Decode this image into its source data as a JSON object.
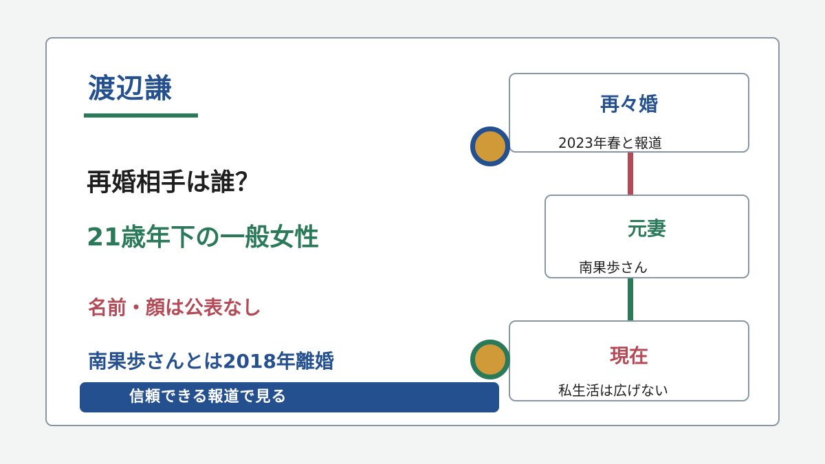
{
  "left": {
    "name": "渡辺謙",
    "question": "再婚相手は誰？",
    "answer": "21歳年下の一般女性",
    "note1": "名前・顔は公表なし",
    "note2": "南果歩さんとは2018年離婚",
    "cta_label": "信頼できる報道で見る"
  },
  "timeline": [
    {
      "title": "再々婚",
      "subtitle": "2023年春と報道",
      "title_color": "#24508f"
    },
    {
      "title": "元妻",
      "subtitle": "南果歩さん",
      "title_color": "#2a7a5a"
    },
    {
      "title": "現在",
      "subtitle": "私生活は広げない",
      "title_color": "#b34a55"
    }
  ],
  "colors": {
    "blue": "#24508f",
    "green": "#2a7a5a",
    "red": "#b34a55",
    "gold": "#d19a38"
  }
}
